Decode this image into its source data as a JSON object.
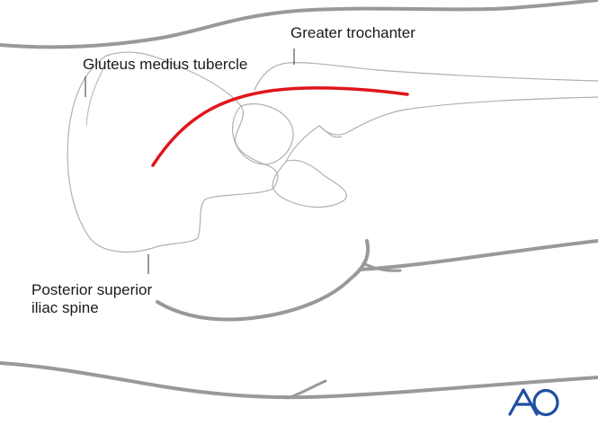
{
  "labels": {
    "greater_trochanter": "Greater trochanter",
    "gluteus_medius_tubercle": "Gluteus medius tubercle",
    "psis_line1": "Posterior superior",
    "psis_line2": "iliac spine"
  },
  "logo": {
    "text": "AO"
  },
  "colors": {
    "outline": "#999999",
    "bone": "#b0b0b0",
    "incision": "#e0151b",
    "logo": "#1f4fa3",
    "text": "#1a1a1a"
  }
}
